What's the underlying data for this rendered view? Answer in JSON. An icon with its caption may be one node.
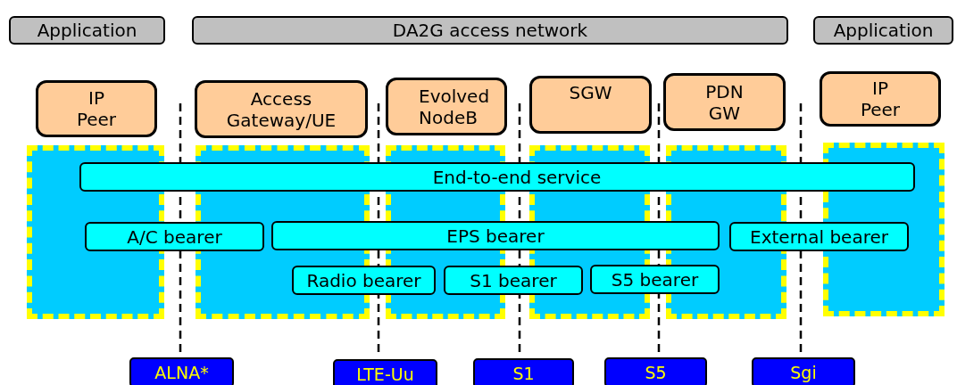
{
  "diagram": {
    "nodes": [
      {
        "text": [
          "Application"
        ]
      },
      {
        "text": [
          "DA2G access network"
        ]
      },
      {
        "text": [
          "Application"
        ]
      },
      {
        "text": [
          "IP Peer"
        ]
      },
      {
        "text": [
          "Access Gateway/UE"
        ]
      },
      {
        "text": [
          "Evolved NodeB"
        ]
      },
      {
        "text": [
          "SGW"
        ]
      },
      {
        "text": [
          "PDN GW"
        ]
      },
      {
        "text": [
          "IP Peer"
        ]
      },
      {
        "text": [],
        "shape": "box"
      },
      {
        "text": [],
        "shape": "box"
      },
      {
        "text": [],
        "shape": "box"
      },
      {
        "text": [],
        "shape": "box"
      },
      {
        "text": [],
        "shape": "box"
      },
      {
        "text": [],
        "shape": "box"
      },
      {
        "text": [
          "End-to-end service"
        ]
      },
      {
        "text": [
          "A/C bearer"
        ]
      },
      {
        "text": [
          "EPS bearer"
        ]
      },
      {
        "text": [
          "External bearer"
        ]
      },
      {
        "text": [
          "Radio bearer"
        ]
      },
      {
        "text": [
          "S1 bearer"
        ]
      },
      {
        "text": [
          "S5 bearer"
        ]
      },
      {
        "text": [
          "ALNA*"
        ]
      },
      {
        "text": [
          "LTE-Uu"
        ]
      },
      {
        "text": [
          "S1"
        ]
      },
      {
        "text": [
          "S5"
        ]
      },
      {
        "text": [
          "Sgi"
        ]
      }
    ]
  }
}
